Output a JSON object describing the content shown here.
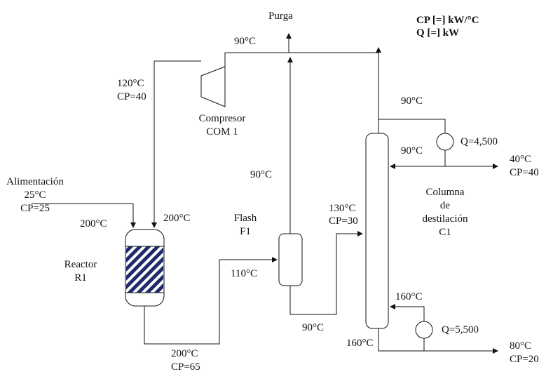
{
  "units": {
    "cp": "CP [=] kW/°C",
    "q": "Q [=] kW"
  },
  "purge": {
    "label": "Purga",
    "temp": "90°C"
  },
  "compressor": {
    "name": "Compresor",
    "id": "COM 1",
    "inlet_temp": "120°C",
    "inlet_cp": "CP=40"
  },
  "feed": {
    "name": "Alimentación",
    "temp": "25°C",
    "cp": "CP=25",
    "mixed_temp": "200°C"
  },
  "recycle_to_reactor": {
    "temp": "200°C"
  },
  "reactor": {
    "name": "Reactor",
    "id": "R1"
  },
  "reactor_outlet": {
    "temp": "200°C",
    "cp": "CP=65"
  },
  "flash": {
    "name": "Flash",
    "id": "F1",
    "inlet_temp": "110°C",
    "vapor_temp": "90°C",
    "liquid_temp": "90°C"
  },
  "column_feed": {
    "temp": "130°C",
    "cp": "CP=30"
  },
  "column": {
    "line1": "Columna",
    "line2": "de",
    "line3": "destilación",
    "id": "C1"
  },
  "condenser": {
    "top_temp": "90°C",
    "return_temp": "90°C",
    "q": "Q=4,500"
  },
  "distillate": {
    "temp": "40°C",
    "cp": "CP=40"
  },
  "reboiler": {
    "return_temp": "160°C",
    "bottom_temp": "160°C",
    "q": "Q=5,500"
  },
  "bottoms": {
    "temp": "80°C",
    "cp": "CP=20"
  }
}
